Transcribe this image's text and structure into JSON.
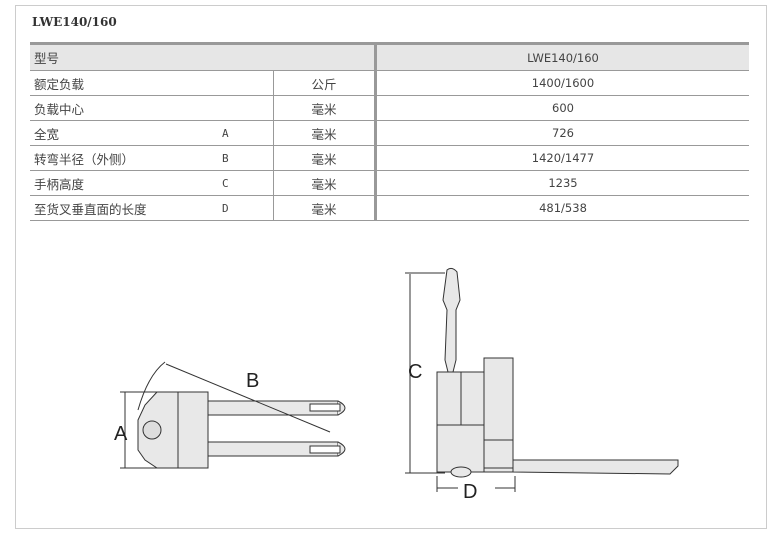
{
  "title": "LWE140/160",
  "table": {
    "header": {
      "label": "型号",
      "value": "LWE140/160"
    },
    "rows": [
      {
        "label": "额定负载",
        "key": "",
        "unit": "公斤",
        "value": "1400/1600"
      },
      {
        "label": "负载中心",
        "key": "",
        "unit": "毫米",
        "value": "600"
      },
      {
        "label": "全宽",
        "key": "A",
        "unit": "毫米",
        "value": "726"
      },
      {
        "label": "转弯半径（外侧）",
        "key": "B",
        "unit": "毫米",
        "value": "1420/1477"
      },
      {
        "label": "手柄高度",
        "key": "C",
        "unit": "毫米",
        "value": "1235"
      },
      {
        "label": "至货叉垂直面的长度",
        "key": "D",
        "unit": "毫米",
        "value": "481/538"
      }
    ]
  },
  "diagram": {
    "labels": {
      "a": "A",
      "b": "B",
      "c": "C",
      "d": "D"
    }
  }
}
